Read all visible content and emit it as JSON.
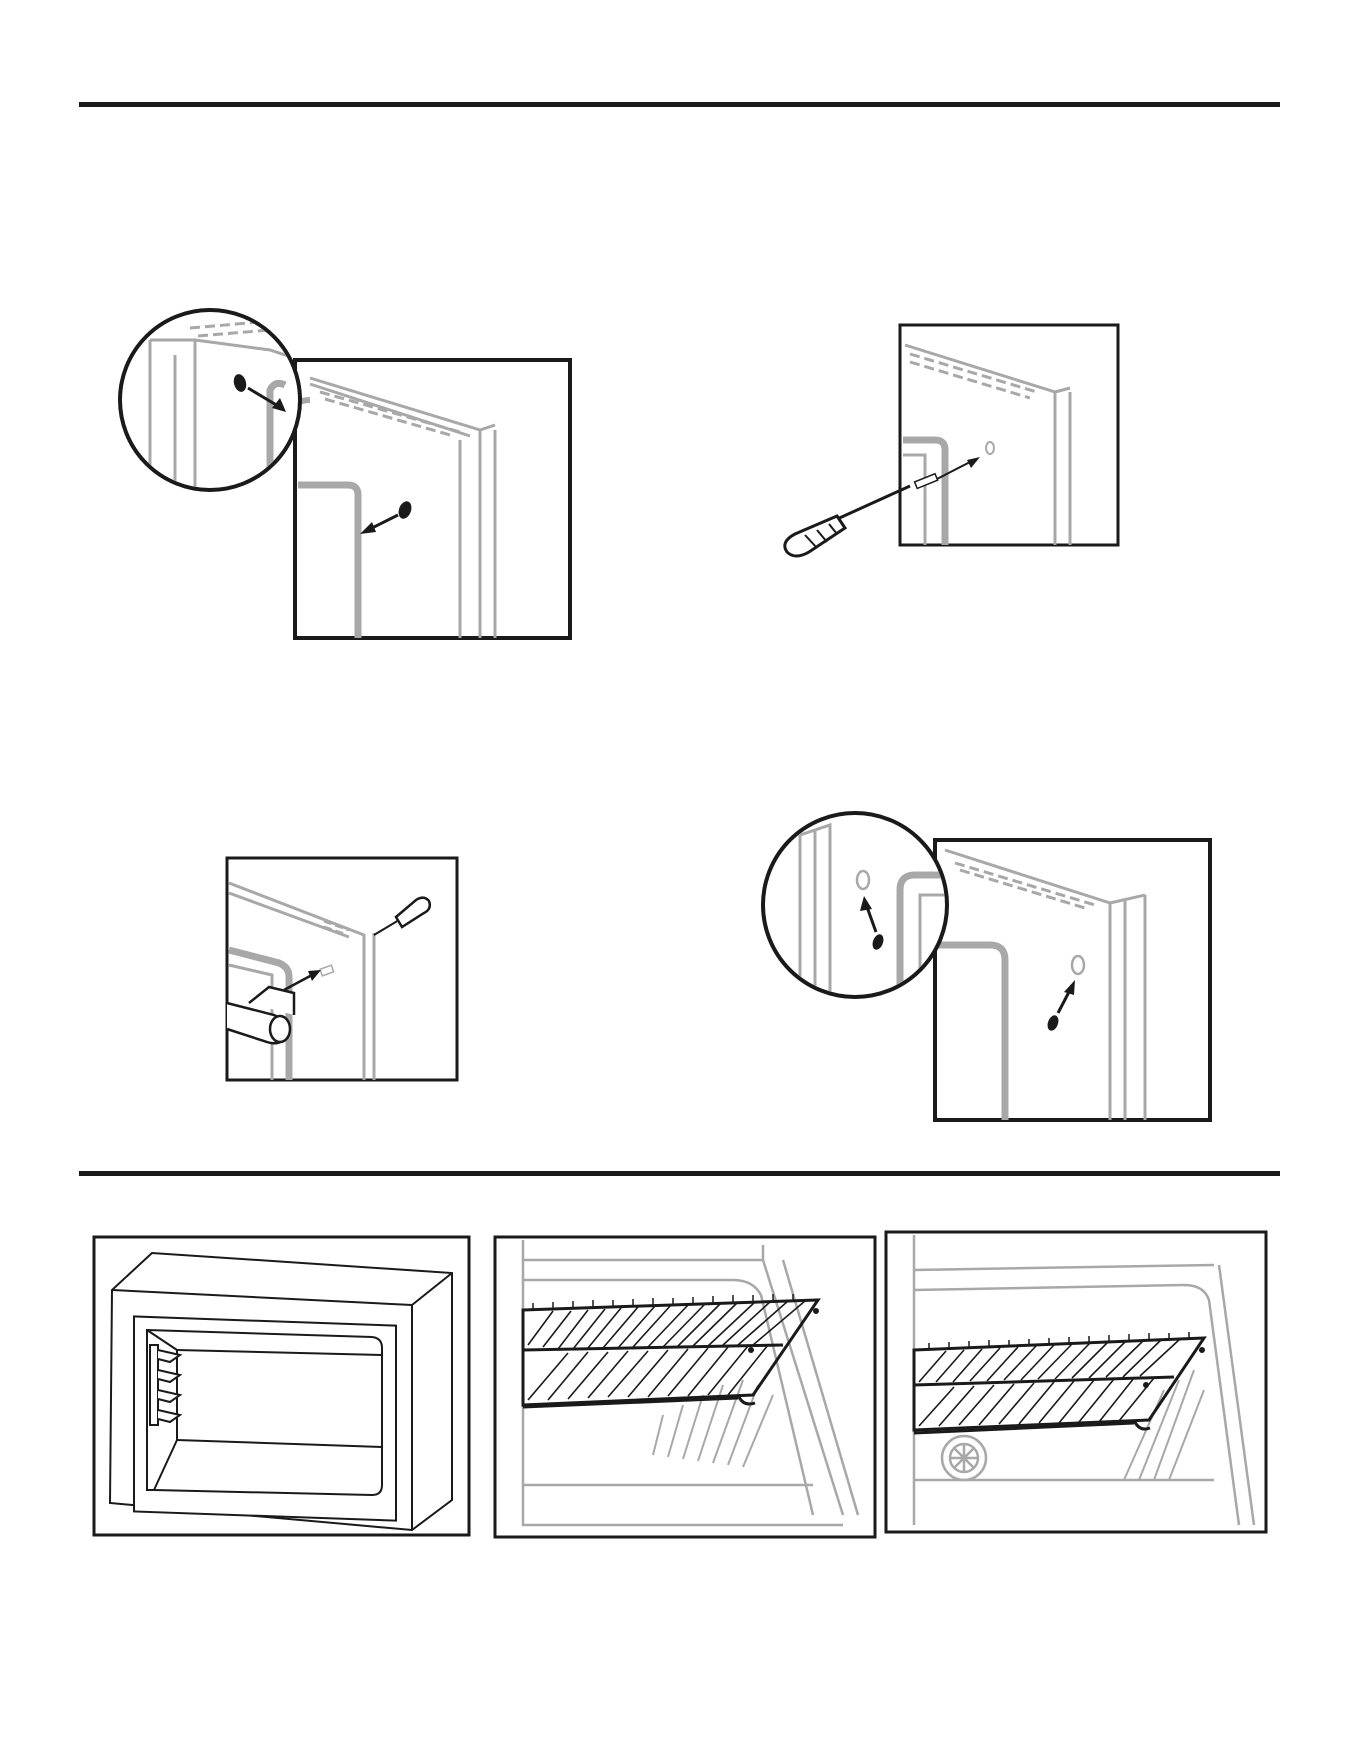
{
  "document": {
    "type": "instruction-manual-page",
    "sections": [
      {
        "id": "door-reversal",
        "figures": [
          {
            "id": "fig-1",
            "icon": "hinge-hole-plug-removal-illustration"
          },
          {
            "id": "fig-2",
            "icon": "screwdriver-insert-screw-illustration"
          },
          {
            "id": "fig-3",
            "icon": "screwdriver-bracket-hinge-illustration"
          },
          {
            "id": "fig-4",
            "icon": "hole-plug-install-illustration"
          }
        ]
      },
      {
        "id": "shelf-installation",
        "figures": [
          {
            "id": "fig-5",
            "icon": "cabinet-interior-illustration"
          },
          {
            "id": "fig-6",
            "icon": "wire-shelf-upper-illustration"
          },
          {
            "id": "fig-7",
            "icon": "wire-shelf-lower-illustration"
          }
        ]
      }
    ],
    "colors": {
      "line-dark": "#1a1a1a",
      "line-gray": "#a8a8a8",
      "fill-light": "#ffffff"
    }
  }
}
